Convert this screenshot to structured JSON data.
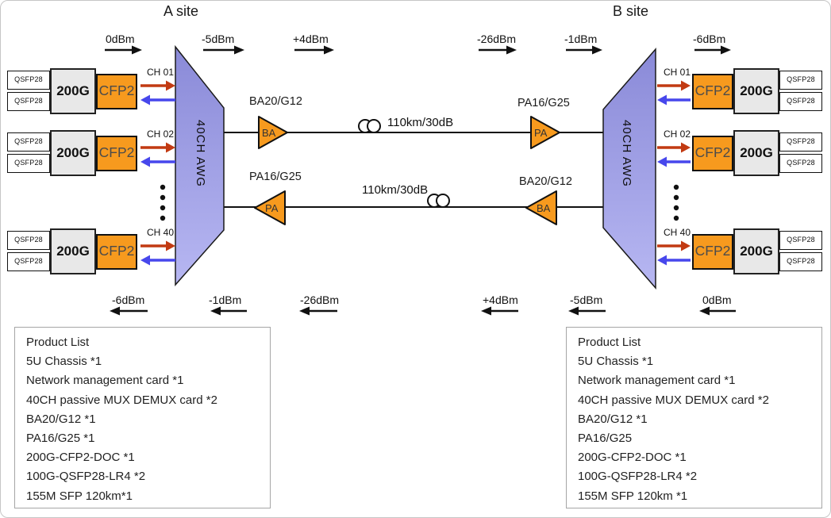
{
  "sites": [
    {
      "name": "A site"
    },
    {
      "name": "B site"
    }
  ],
  "awg_label": "40CH AWG",
  "channels": [
    "CH 01",
    "CH 02",
    "CH 40"
  ],
  "modules": {
    "client": "QSFP28",
    "muxponder": "200G",
    "line": "CFP2"
  },
  "amplifiers": {
    "booster": "BA",
    "preamp": "PA",
    "booster_model": "BA20/G12",
    "preamp_model": "PA16/G25"
  },
  "fiber_span": "110km/30dB",
  "power_flow_top": [
    {
      "value": "0dBm",
      "direction": "right"
    },
    {
      "value": "-5dBm",
      "direction": "right"
    },
    {
      "value": "+4dBm",
      "direction": "right"
    },
    {
      "value": "-26dBm",
      "direction": "right"
    },
    {
      "value": "-1dBm",
      "direction": "right"
    },
    {
      "value": "-6dBm",
      "direction": "right"
    }
  ],
  "power_flow_bottom": [
    {
      "value": "-6dBm",
      "direction": "left"
    },
    {
      "value": "-1dBm",
      "direction": "left"
    },
    {
      "value": "-26dBm",
      "direction": "left"
    },
    {
      "value": "+4dBm",
      "direction": "left"
    },
    {
      "value": "-5dBm",
      "direction": "left"
    },
    {
      "value": "0dBm",
      "direction": "left"
    }
  ],
  "product_lists": [
    {
      "title": "Product List",
      "items": [
        "5U Chassis *1",
        "Network management card *1",
        "40CH passive MUX DEMUX card *2",
        "BA20/G12 *1",
        "PA16/G25 *1",
        "200G-CFP2-DOC *1",
        "100G-QSFP28-LR4 *2",
        "155M SFP 120km*1"
      ]
    },
    {
      "title": "Product List",
      "items": [
        "5U Chassis *1",
        "Network management card *1",
        "40CH passive MUX DEMUX card *2",
        "BA20/G12 *1",
        "PA16/G25",
        "200G-CFP2-DOC *1",
        "100G-QSFP28-LR4 *2",
        "155M SFP 120km *1"
      ]
    }
  ],
  "colors": {
    "awg_fill_top": "#8a8ad8",
    "awg_fill_bottom": "#b7b7f2",
    "module_orange": "#f79a1e",
    "module_gray": "#e8e8e8",
    "tx_arrow_red": "#c23a12",
    "rx_arrow_blue": "#4747ec"
  }
}
